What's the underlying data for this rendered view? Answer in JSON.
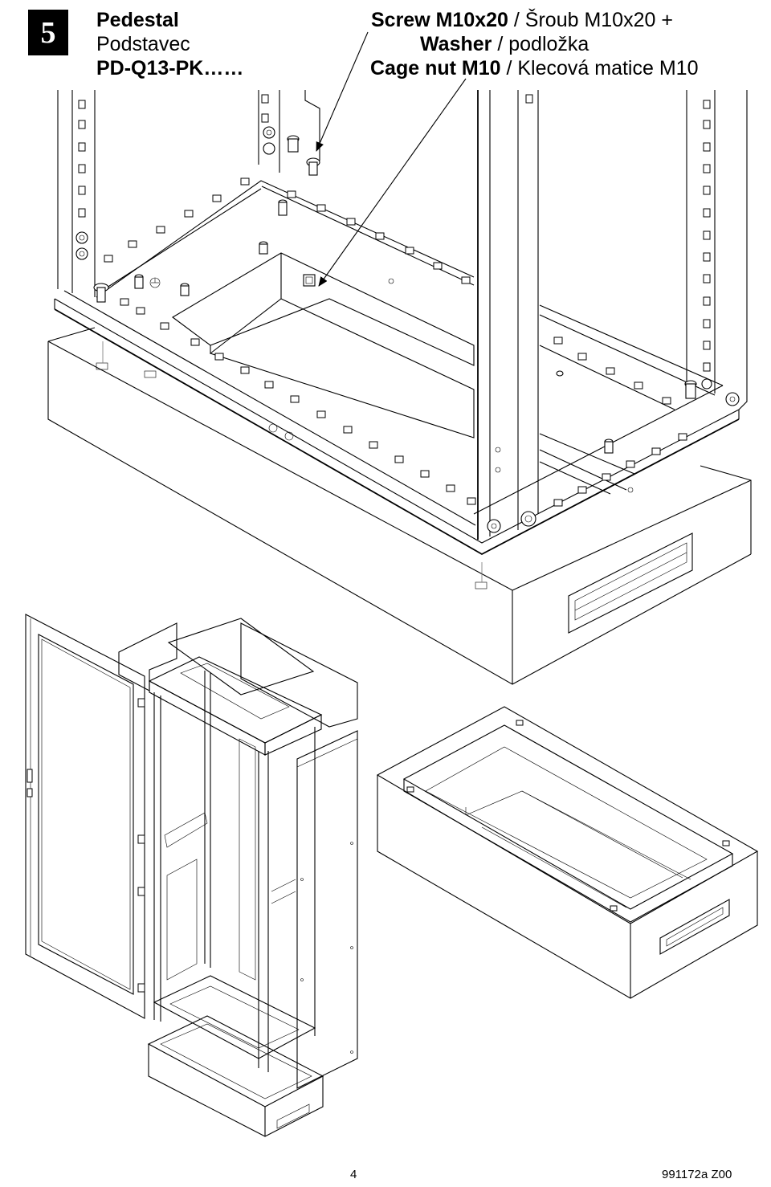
{
  "header": {
    "step_number": "5",
    "title_en": "Pedestal",
    "title_cz": "Podstavec",
    "part_code": "PD-Q13-PK……"
  },
  "callout": {
    "screw_en": "Screw M10x20",
    "screw_sep": " / ",
    "screw_cz": "Šroub M10x20 +",
    "washer_en": "Washer",
    "washer_sep": " / ",
    "washer_cz": "podložka",
    "cage_en": "Cage nut M10",
    "cage_sep": " / ",
    "cage_cz": "Klecová matice M10"
  },
  "footer": {
    "page_number": "4",
    "doc_code": "991172a Z00"
  },
  "colors": {
    "ink": "#000000",
    "paper": "#ffffff",
    "step_box": "#000000"
  }
}
